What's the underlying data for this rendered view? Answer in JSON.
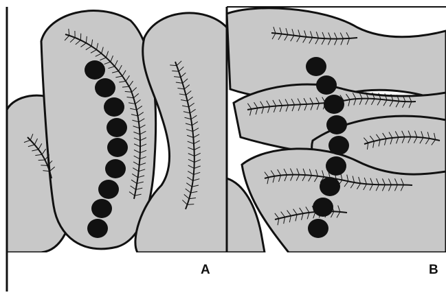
{
  "figure": {
    "panels": [
      {
        "id": "A",
        "label": "A",
        "node_count": 9
      },
      {
        "id": "B",
        "label": "B",
        "node_count": 9
      }
    ],
    "colors": {
      "fill": "#c8c8c8",
      "outline": "#111111",
      "node": "#111111",
      "background": "#ffffff"
    }
  }
}
